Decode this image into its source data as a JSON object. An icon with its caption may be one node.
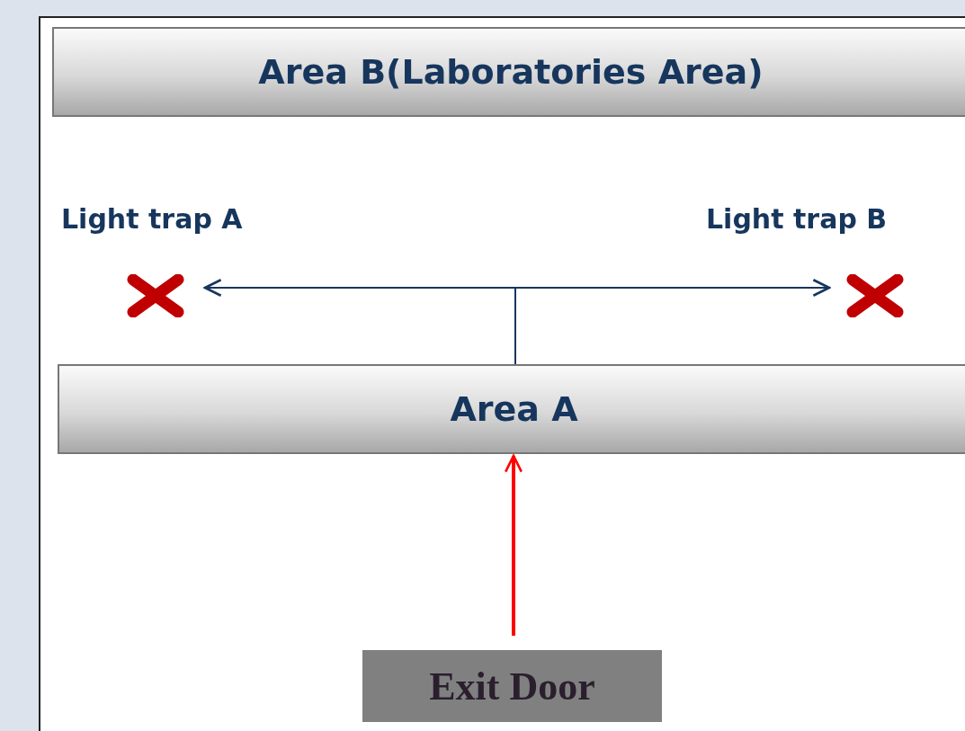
{
  "diagram": {
    "nodes": [
      {
        "text": [
          "Area B(Laboratories Area)"
        ]
      },
      {
        "text": [
          "Light trap A"
        ]
      },
      {
        "text": [
          "Light trap B"
        ]
      },
      {
        "text": [
          "Area A"
        ]
      },
      {
        "text": [
          "Exit Door"
        ]
      }
    ],
    "edges": [
      {
        "from": 3,
        "to": 1,
        "arrow": "to"
      },
      {
        "from": 3,
        "to": 2,
        "arrow": "to"
      },
      {
        "from": 4,
        "to": 3,
        "arrow": "to",
        "style": "thick",
        "color": "#ff0000"
      }
    ]
  }
}
